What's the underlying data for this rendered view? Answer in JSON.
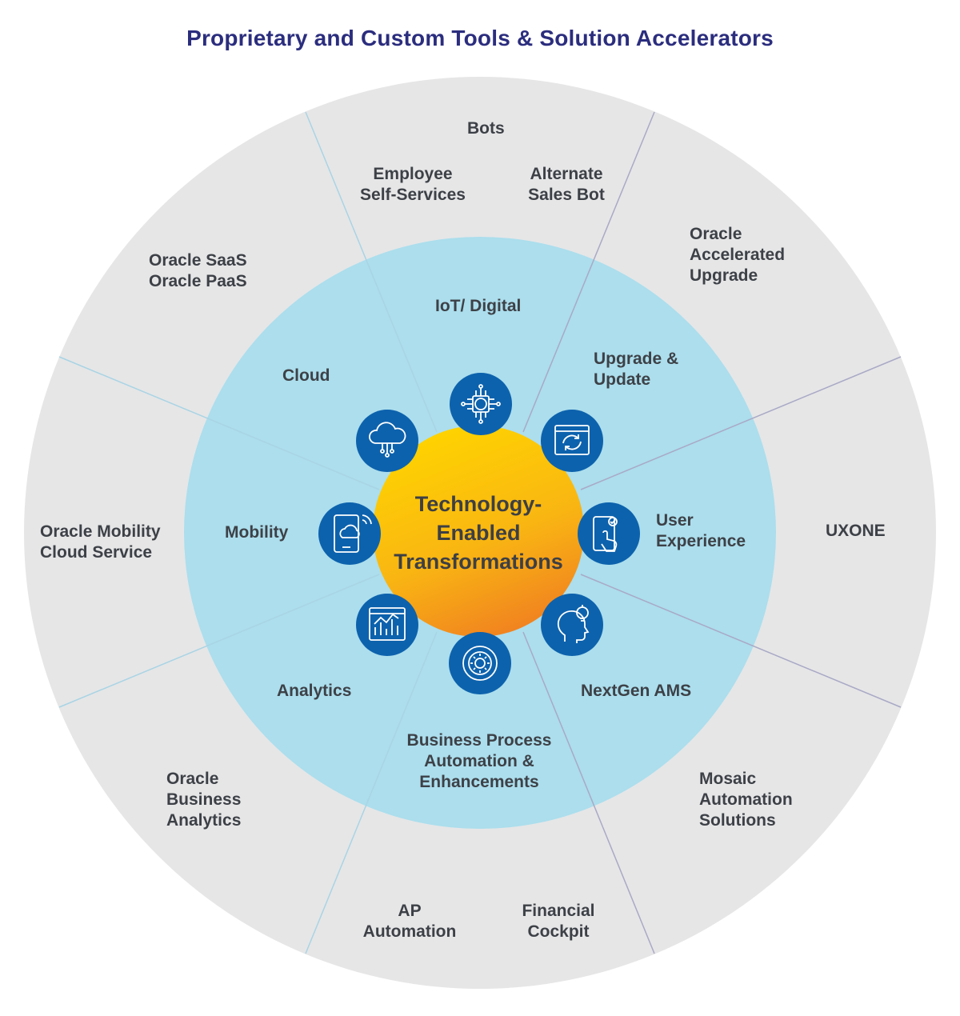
{
  "title": "Proprietary and Custom Tools & Solution Accelerators",
  "colors": {
    "title": "#2b2d7e",
    "outer_ring": "#e6e6e7",
    "inner_ring": "#acdeed",
    "center_top": "#ffd400",
    "center_bottom": "#f07f21",
    "icon_circle": "#0d62ad",
    "text": "#3d4147"
  },
  "center": {
    "lines": [
      "Technology-",
      "Enabled",
      "Transformations"
    ]
  },
  "inner": {
    "iot": "IoT/ Digital",
    "upgrade": [
      "Upgrade &",
      "Update"
    ],
    "ux": [
      "User",
      "Experience"
    ],
    "nextgen": "NextGen AMS",
    "bpa": [
      "Business Process",
      "Automation &",
      "Enhancements"
    ],
    "analytics": "Analytics",
    "mobility": "Mobility",
    "cloud": "Cloud"
  },
  "outer": {
    "bots": "Bots",
    "ess": [
      "Employee",
      "Self-Services"
    ],
    "salesbot": [
      "Alternate",
      "Sales Bot"
    ],
    "accelerated": [
      "Oracle",
      "Accelerated",
      "Upgrade"
    ],
    "uxone": "UXONE",
    "mosaic": [
      "Mosaic",
      "Automation",
      "Solutions"
    ],
    "ap": [
      "AP",
      "Automation"
    ],
    "cockpit": [
      "Financial",
      "Cockpit"
    ],
    "oba": [
      "Oracle",
      "Business",
      "Analytics"
    ],
    "mobilitycloud": [
      "Oracle Mobility",
      "Cloud Service"
    ],
    "saas": [
      "Oracle SaaS",
      "Oracle PaaS"
    ]
  },
  "icons": [
    "chip-icon",
    "sync-window-icon",
    "touch-phone-icon",
    "head-bulb-icon",
    "gear-cycle-icon",
    "analytics-chart-icon",
    "mobile-cloud-icon",
    "cloud-network-icon"
  ]
}
